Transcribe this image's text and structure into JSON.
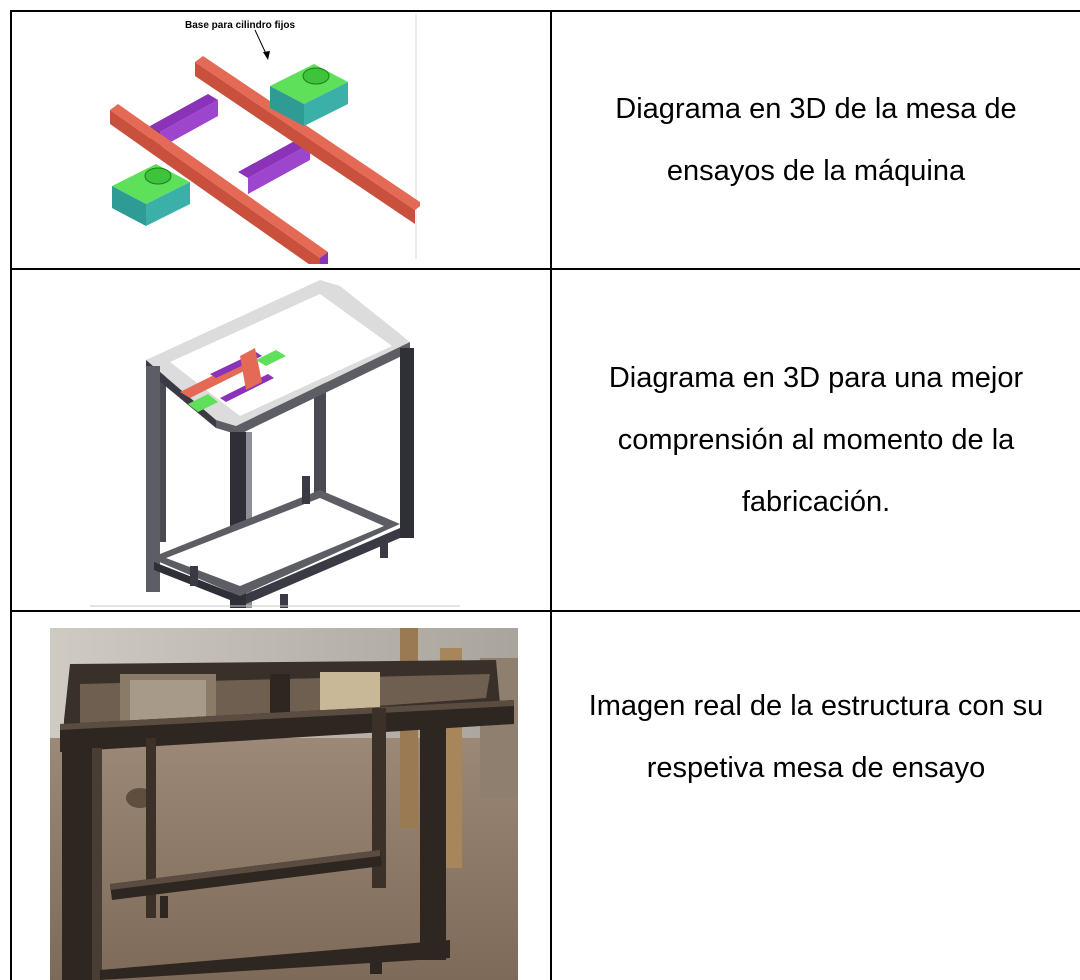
{
  "rows": [
    {
      "image": {
        "label": "Base para cilindro fijos",
        "colors": {
          "rail": "#e46a55",
          "rail_side": "#c8503d",
          "crossbar": "#8a33b8",
          "block_top": "#5fe05a",
          "block_side": "#2e9b94"
        }
      },
      "text_lines": [
        "Diagrama en 3D de la mesa de",
        "ensayos de la máquina"
      ]
    },
    {
      "image": {
        "colors": {
          "frame_top": "#dcdcdc",
          "frame_front": "#5d5d66",
          "frame_dark": "#2f2f38",
          "rail": "#e46a55",
          "crossbar": "#8a33b8",
          "block_top": "#5fe05a"
        }
      },
      "text_lines": [
        "Diagrama en 3D para una mejor",
        "comprensión al momento de la",
        "fabricación."
      ]
    },
    {
      "image": {
        "colors": {
          "floor": "#8f7a66",
          "wall": "#bdb8b0",
          "steel": "#2e2620",
          "steel_light": "#5a4c40"
        }
      },
      "text_lines": [
        "Imagen real de la estructura con su",
        "respetiva mesa de ensayo"
      ]
    }
  ]
}
